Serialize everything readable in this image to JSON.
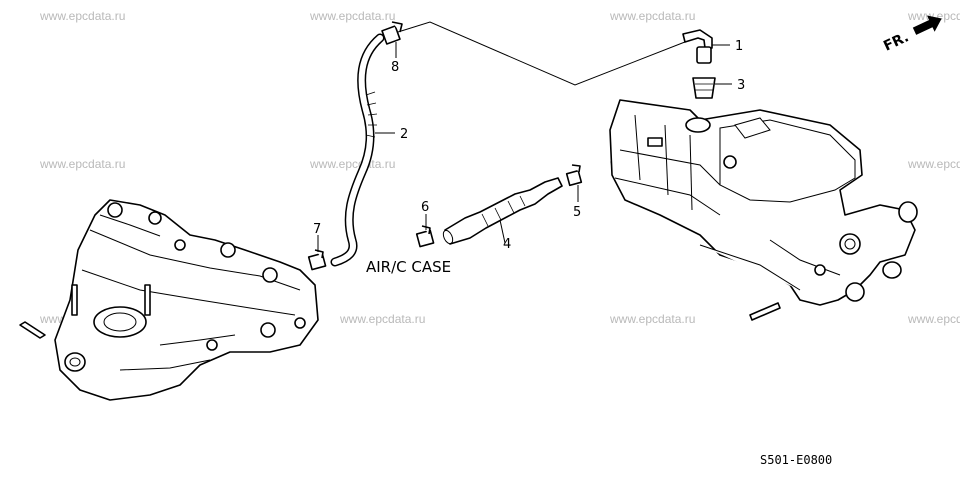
{
  "watermark": "www.epcdata.ru",
  "direction_label": "FR.",
  "callouts": [
    {
      "id": "1",
      "text": "1"
    },
    {
      "id": "2",
      "text": "2"
    },
    {
      "id": "3",
      "text": "3"
    },
    {
      "id": "4",
      "text": "4"
    },
    {
      "id": "5",
      "text": "5"
    },
    {
      "id": "6",
      "text": "6"
    },
    {
      "id": "7",
      "text": "7"
    },
    {
      "id": "8",
      "text": "8"
    }
  ],
  "annotation": "AIR/C CASE",
  "diagram_code": "S501-E0800"
}
